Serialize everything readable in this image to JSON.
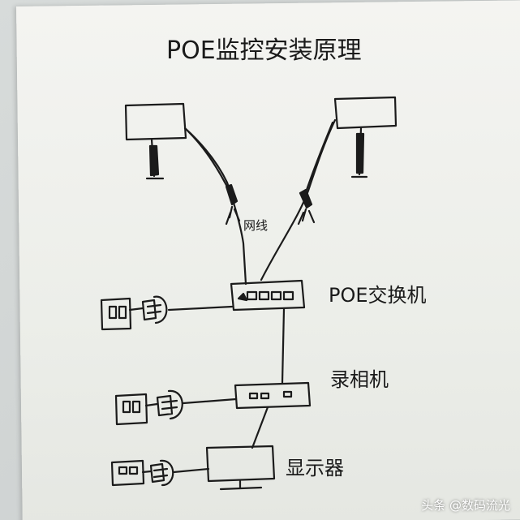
{
  "diagram": {
    "title": "POE监控安装原理",
    "labels": {
      "cable": "网线",
      "poe_switch": "POE交换机",
      "recorder": "录相机",
      "monitor": "显示器"
    },
    "nodes": [
      {
        "id": "camera-left",
        "kind": "camera"
      },
      {
        "id": "camera-right",
        "kind": "camera"
      },
      {
        "id": "poe-switch",
        "kind": "switch",
        "label_key": "poe_switch"
      },
      {
        "id": "recorder",
        "kind": "nvr",
        "label_key": "recorder"
      },
      {
        "id": "monitor",
        "kind": "display",
        "label_key": "monitor"
      },
      {
        "id": "outlet-1",
        "kind": "power-outlet"
      },
      {
        "id": "outlet-2",
        "kind": "power-outlet"
      },
      {
        "id": "outlet-3",
        "kind": "power-outlet"
      }
    ],
    "edges": [
      {
        "from": "camera-left",
        "to": "poe-switch",
        "label_key": "cable"
      },
      {
        "from": "camera-right",
        "to": "poe-switch",
        "label_key": "cable"
      },
      {
        "from": "outlet-1",
        "to": "poe-switch"
      },
      {
        "from": "poe-switch",
        "to": "recorder"
      },
      {
        "from": "outlet-2",
        "to": "recorder"
      },
      {
        "from": "recorder",
        "to": "monitor"
      },
      {
        "from": "outlet-3",
        "to": "monitor"
      }
    ]
  },
  "watermark": {
    "text": "头条 @数码流光"
  }
}
